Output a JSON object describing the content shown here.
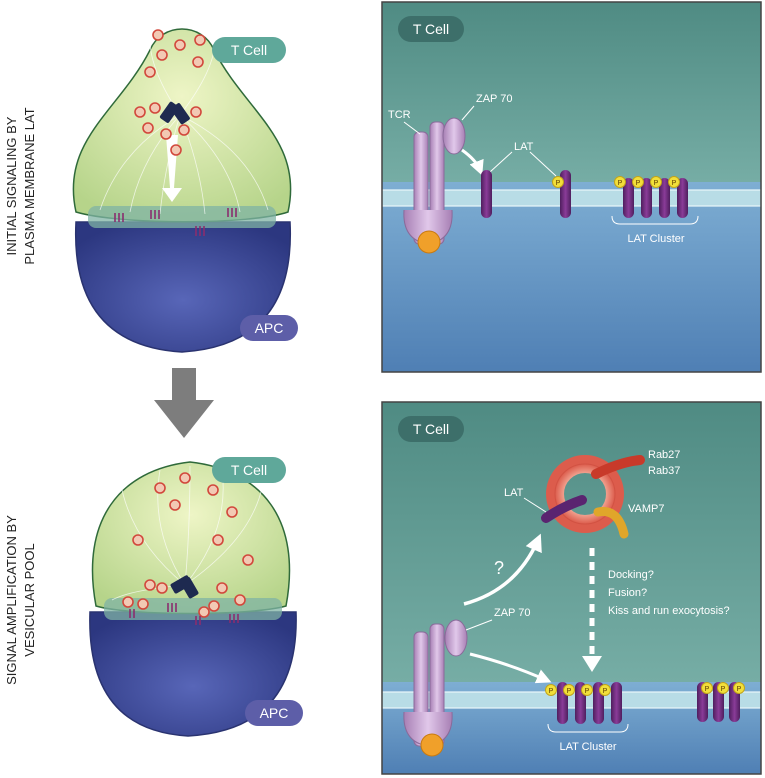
{
  "rows": {
    "top_label_line1": "INITIAL SIGNALING BY",
    "top_label_line2": "PLASMA MEMBRANE LAT",
    "bottom_label_line1": "SIGNAL AMPLIFICATION BY",
    "bottom_label_line2": "VESICULAR POOL"
  },
  "top_cell": {
    "tcell_badge": "T Cell",
    "apc_badge": "APC"
  },
  "bottom_cell": {
    "tcell_badge": "T Cell",
    "apc_badge": "APC"
  },
  "top_panel": {
    "badge": "T Cell",
    "tcr": "TCR",
    "zap70": "ZAP 70",
    "lat": "LAT",
    "lat_cluster": "LAT Cluster",
    "p": "P"
  },
  "bottom_panel": {
    "badge": "T Cell",
    "rab27": "Rab27",
    "rab37": "Rab37",
    "lat": "LAT",
    "vamp7": "VAMP7",
    "question": "?",
    "zap70": "ZAP 70",
    "docking": "Docking?",
    "fusion": "Fusion?",
    "kiss": "Kiss and run exocytosis?",
    "lat_cluster": "LAT Cluster",
    "p": "P"
  },
  "colors": {
    "tcell_fill": "#cfe3a0",
    "apc_fill": "#4a56a0",
    "panel_cytoplasm": "#5f9e95",
    "panel_extracellular": "#6f9fc8",
    "lat_purple": "#6a2a78",
    "phospho_yellow": "#f2df3a",
    "arrow_gray": "#7d7d7d"
  }
}
